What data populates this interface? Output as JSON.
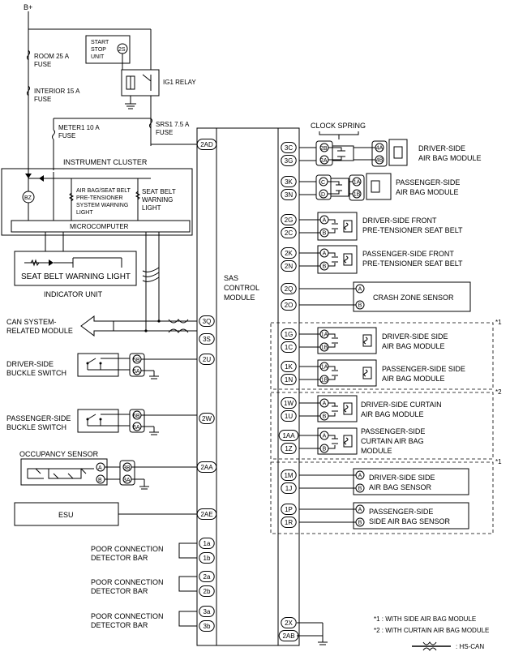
{
  "power": {
    "bplus": "B+"
  },
  "fuses": {
    "room": [
      "ROOM 25 A",
      "FUSE"
    ],
    "interior": [
      "INTERIOR 15 A",
      "FUSE"
    ],
    "meter": [
      "METER1 10 A",
      "FUSE"
    ],
    "srs": [
      "SRS1 7.5 A",
      "FUSE"
    ]
  },
  "start_stop": [
    "START",
    "STOP",
    "UNIT"
  ],
  "start_stop_pin": "2S",
  "ig1_relay": "IG1 RELAY",
  "cluster": {
    "title": "INSTRUMENT CLUSTER",
    "bz": "BZ",
    "airbag_light": [
      "AIR BAG/SEAT BELT",
      "PRE-TENSIONER",
      "SYSTEM WARNING",
      "LIGHT"
    ],
    "seatbelt_light": [
      "SEAT BELT",
      "WARNING",
      "LIGHT"
    ],
    "micro": "MICROCOMPUTER"
  },
  "indicator": {
    "light": "SEAT BELT WARNING LIGHT",
    "unit": "INDICATOR UNIT"
  },
  "can_module": [
    "CAN SYSTEM-",
    "RELATED MODULE"
  ],
  "driver_buckle": {
    "label": [
      "DRIVER-SIDE",
      "BUCKLE SWITCH"
    ],
    "pins": [
      "5B",
      "5A"
    ]
  },
  "pass_buckle": {
    "label": [
      "PASSENGER-SIDE",
      "BUCKLE SWITCH"
    ],
    "pins": [
      "6B",
      "6A"
    ]
  },
  "occupancy": {
    "label": "OCCUPANCY SENSOR",
    "pins": [
      "A",
      "B"
    ],
    "conn": [
      "3B",
      "3A"
    ]
  },
  "esu": "ESU",
  "poor_conn": {
    "label": [
      "POOR CONNECTION",
      "DETECTOR BAR"
    ]
  },
  "sas": [
    "SAS",
    "CONTROL",
    "MODULE"
  ],
  "left_pins": [
    "2AD",
    "3Q",
    "3S",
    "2U",
    "2W",
    "2AA",
    "2AE",
    "1a",
    "1b",
    "2a",
    "2b",
    "3a",
    "3b"
  ],
  "right_pins": [
    "3C",
    "3G",
    "3K",
    "3N",
    "2G",
    "2C",
    "2K",
    "2N",
    "2Q",
    "2O",
    "1G",
    "1C",
    "1K",
    "1N",
    "1W",
    "1U",
    "1AA",
    "1Z",
    "1M",
    "1J",
    "1P",
    "1R",
    "2X",
    "2AB"
  ],
  "clock_spring": "CLOCK SPRING",
  "cs_pins": [
    "2B",
    "2A",
    "C",
    "D"
  ],
  "modules": [
    {
      "text": [
        "DRIVER-SIDE",
        "AIR BAG MODULE"
      ],
      "pins": [
        "4A",
        "4B"
      ]
    },
    {
      "text": [
        "PASSENGER-SIDE",
        "AIR BAG MODULE"
      ],
      "pins": [
        "1A",
        "1B"
      ]
    },
    {
      "text": [
        "DRIVER-SIDE FRONT",
        "PRE-TENSIONER SEAT BELT"
      ],
      "pins": [
        "A",
        "B"
      ]
    },
    {
      "text": [
        "PASSENGER-SIDE FRONT",
        "PRE-TENSIONER SEAT BELT"
      ],
      "pins": [
        "A",
        "B"
      ]
    },
    {
      "text": [
        "CRASH ZONE SENSOR"
      ],
      "pins": [
        "A",
        "B"
      ]
    },
    {
      "text": [
        "DRIVER-SIDE SIDE",
        "AIR BAG MODULE"
      ],
      "pins": [
        "1A",
        "1B"
      ]
    },
    {
      "text": [
        "PASSENGER-SIDE SIDE",
        "AIR BAG MODULE"
      ],
      "pins": [
        "1A",
        "1B"
      ]
    },
    {
      "text": [
        "DRIVER-SIDE CURTAIN",
        "AIR BAG MODULE"
      ],
      "pins": [
        "A",
        "B"
      ]
    },
    {
      "text": [
        "PASSENGER-SIDE",
        "CURTAIN AIR BAG",
        "MODULE"
      ],
      "pins": [
        "A",
        "B"
      ]
    },
    {
      "text": [
        "DRIVER-SIDE SIDE",
        "AIR BAG SENSOR"
      ],
      "pins": [
        "A",
        "B"
      ]
    },
    {
      "text": [
        "PASSENGER-SIDE",
        "SIDE AIR BAG SENSOR"
      ],
      "pins": [
        "A",
        "B"
      ]
    }
  ],
  "group_marks": [
    "*1",
    "*2",
    "*1"
  ],
  "notes": [
    "*1 : WITH SIDE AIR BAG MODULE",
    "*2 : WITH CURTAIN AIR BAG MODULE",
    ": HS-CAN"
  ]
}
